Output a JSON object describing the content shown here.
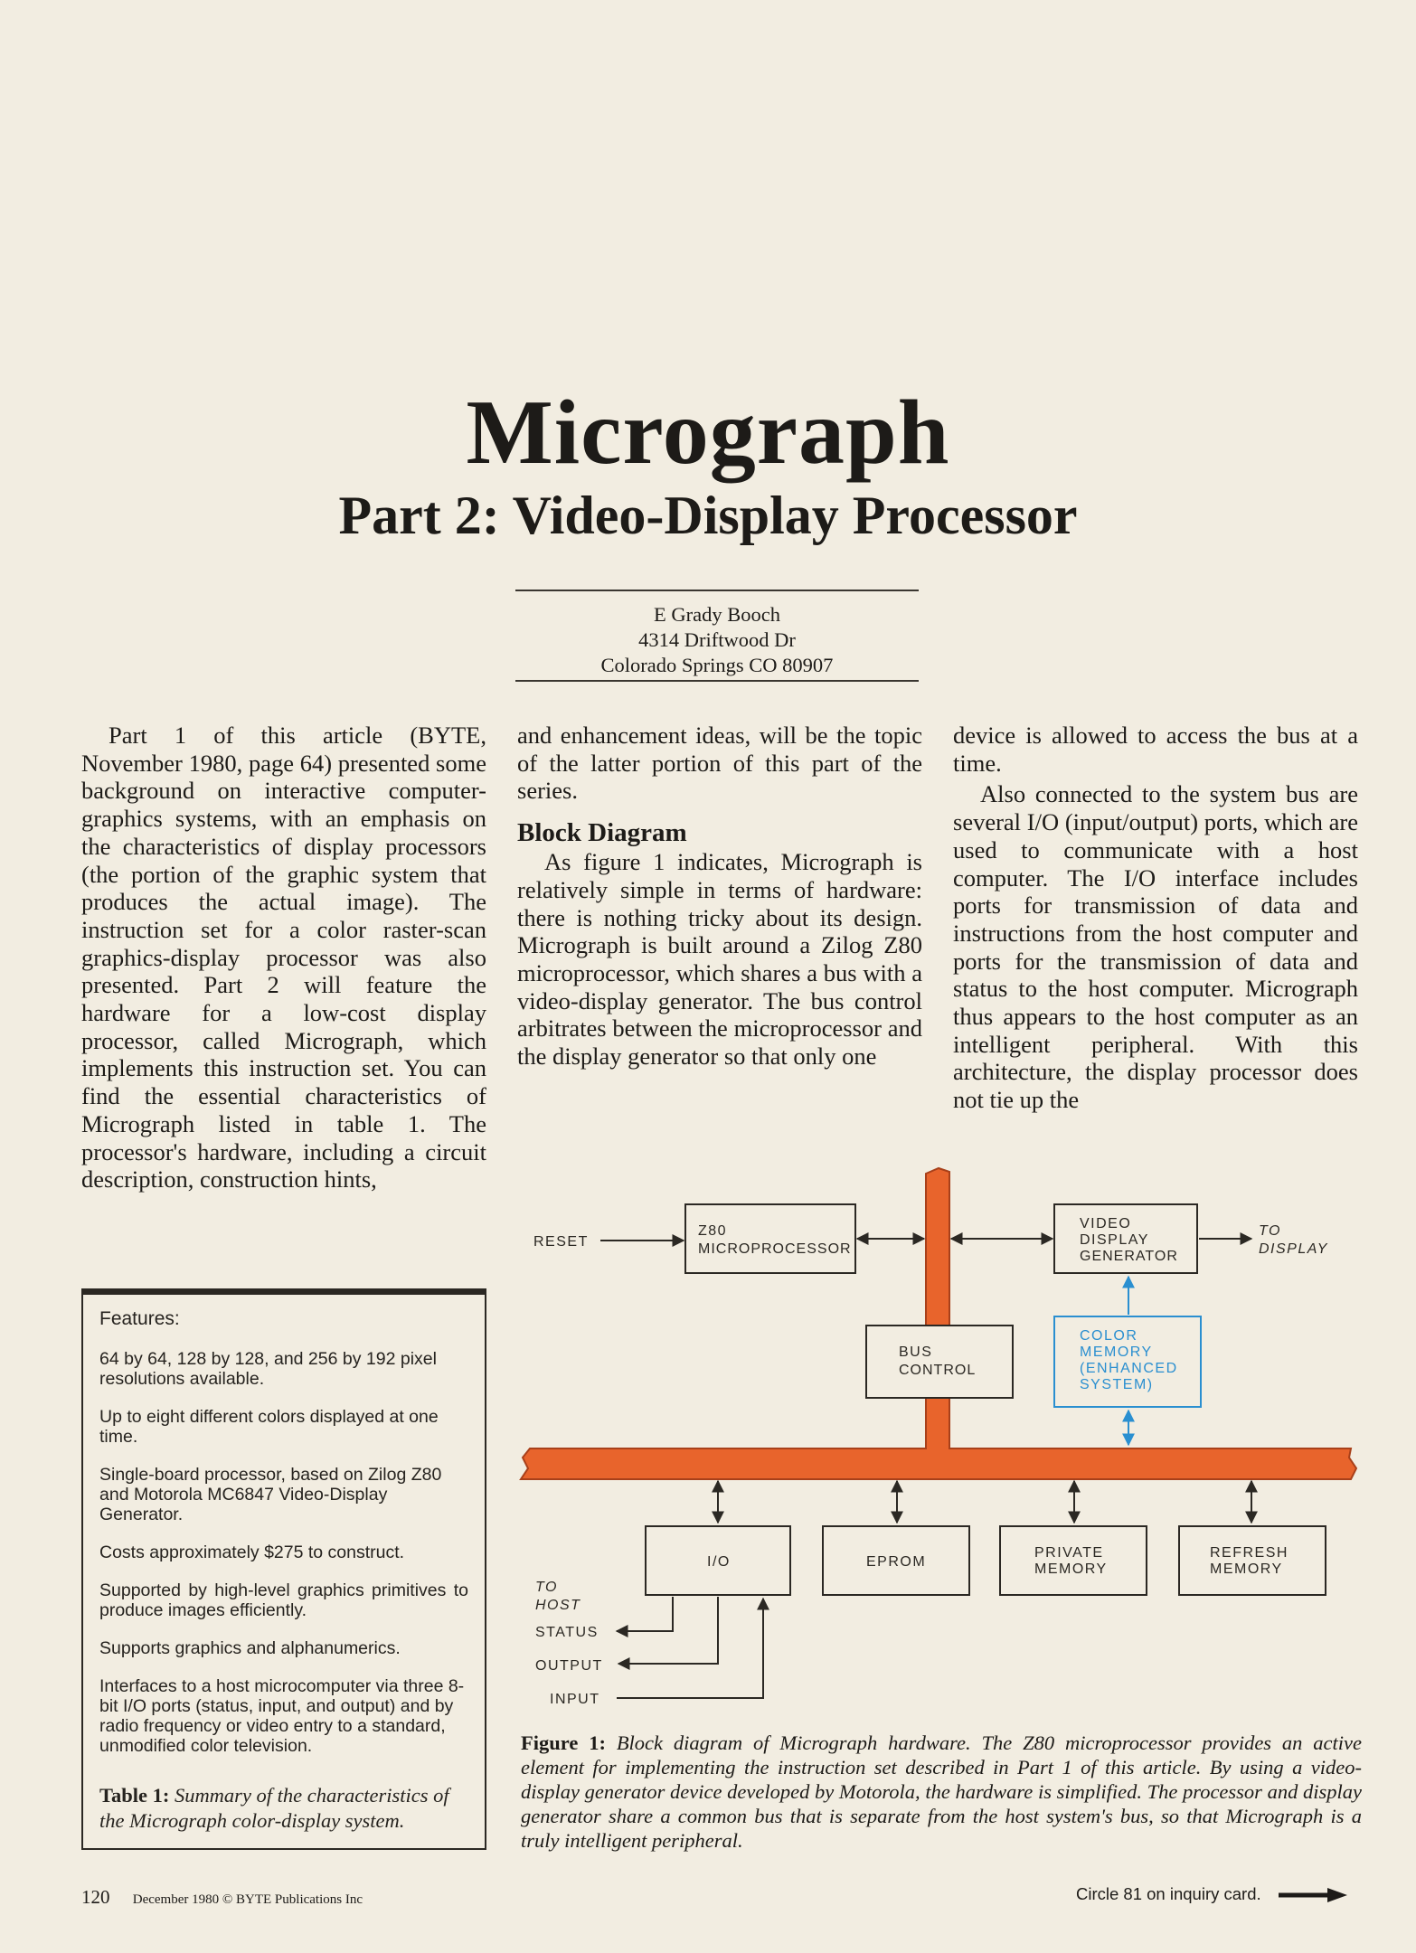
{
  "header": {
    "title": "Micrograph",
    "subtitle": "Part 2: Video-Display Processor"
  },
  "byline": {
    "name": "E Grady Booch",
    "street": "4314 Driftwood Dr",
    "city": "Colorado Springs CO 80907"
  },
  "body": {
    "col1_p1": "Part 1 of this article (BYTE, November 1980, page 64) presented some background on interactive computer-graphics systems, with an emphasis on the characteristics of display processors (the portion of the graphic system that produces the actual image). The instruction set for a color raster-scan graphics-display processor was also presented. Part 2 will feature the hardware for a low-cost display processor, called Micrograph, which implements this instruction set. You can find the essential characteristics of Micrograph listed in table 1. The processor's hardware, including a circuit description, construction hints,",
    "col2_p1": "and enhancement ideas, will be the topic of the latter portion of this part of the series.",
    "col2_heading": "Block Diagram",
    "col2_p2": "As figure 1 indicates, Micrograph is relatively simple in terms of hardware: there is nothing tricky about its design. Micrograph is built around a Zilog Z80 microprocessor, which shares a bus with a video-display generator. The bus control arbitrates between the microprocessor and the display generator so that only one",
    "col3_p1": "device is allowed to access the bus at a time.",
    "col3_p2": "Also connected to the system bus are several I/O (input/output) ports, which are used to communicate with a host computer. The I/O interface includes ports for transmission of data and instructions from the host computer and ports for the transmission of data and status to the host computer. Micrograph thus appears to the host computer as an intelligent peripheral. With this architecture, the display processor does not tie up the"
  },
  "features_box": {
    "heading": "Features:",
    "items": [
      "64 by 64, 128 by 128, and 256 by 192 pixel resolutions available.",
      "Up to eight different colors displayed at one time.",
      "Single-board processor, based on Zilog Z80 and Motorola MC6847 Video-Display Generator.",
      "Costs approximately $275 to construct.",
      "Supported by high-level graphics primitives to produce images efficiently.",
      "Supports graphics and alphanumerics.",
      "Interfaces to a host microcomputer via three 8-bit I/O ports (status, input, and output) and by radio frequency or video entry to a standard, unmodified color television."
    ],
    "caption_label": "Table 1:",
    "caption_text": "Summary of the characteristics of the Micrograph color-display system."
  },
  "diagram": {
    "colors": {
      "bus": "#e8642c",
      "bus_outline": "#a8401a",
      "blue": "#2a8fd0",
      "line": "#2b2823"
    },
    "reset": "RESET",
    "z80": [
      "Z80",
      "MICROPROCESSOR"
    ],
    "vdg": [
      "VIDEO",
      "DISPLAY",
      "GENERATOR"
    ],
    "to_display": [
      "TO",
      "DISPLAY"
    ],
    "bus_control": [
      "BUS",
      "CONTROL"
    ],
    "color_memory": [
      "COLOR",
      "MEMORY",
      "(ENHANCED",
      "SYSTEM)"
    ],
    "io": "I/O",
    "eprom": "EPROM",
    "private_memory": [
      "PRIVATE",
      "MEMORY"
    ],
    "refresh_memory": [
      "REFRESH",
      "MEMORY"
    ],
    "to_host": [
      "TO",
      "HOST"
    ],
    "status": "STATUS",
    "output": "OUTPUT",
    "input": "INPUT"
  },
  "figure_caption": {
    "label": "Figure 1:",
    "text": "Block diagram of Micrograph hardware. The Z80 microprocessor provides an active element for implementing the instruction set described in Part 1 of this article. By using a video-display generator device developed by Motorola, the hardware is simplified. The processor and display generator share a common bus that is separate from the host system's bus, so that Micrograph is a truly intelligent peripheral."
  },
  "footer": {
    "page": "120",
    "publication": "December 1980 © BYTE Publications Inc",
    "inquiry": "Circle 81 on inquiry card."
  }
}
